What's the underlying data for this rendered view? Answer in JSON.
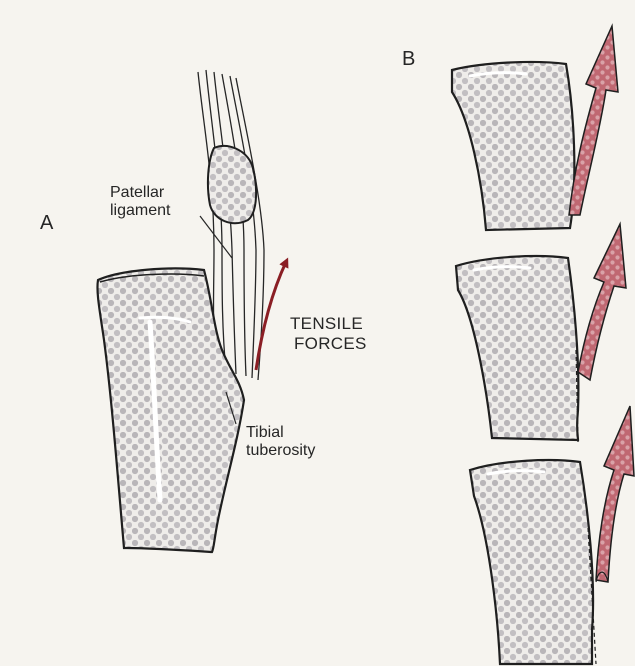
{
  "panel_a": {
    "letter": "A",
    "labels": {
      "patellar_ligament": [
        "Patellar",
        "ligament"
      ],
      "tensile_forces": [
        "TENSILE",
        "FORCES"
      ],
      "tibial_tuberosity": [
        "Tibial",
        "tuberosity"
      ]
    }
  },
  "panel_b": {
    "letter": "B",
    "stages": 3
  },
  "colors": {
    "background": "#f6f4ef",
    "outline": "#1f1f1f",
    "bone_dots": "#b9b6b9",
    "force_arrow": "#8a1e24",
    "pull_arrow_fill": "#c06872"
  }
}
